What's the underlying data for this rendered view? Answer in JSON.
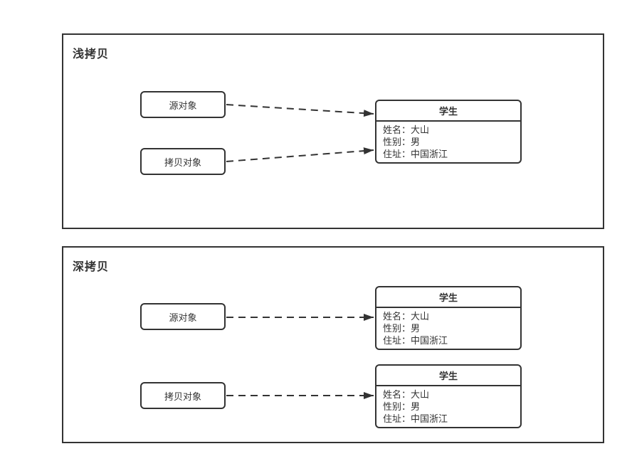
{
  "colors": {
    "stroke": "#333333",
    "text": "#333333",
    "background": "#ffffff"
  },
  "panels": [
    {
      "title": "浅拷贝",
      "source_label": "源对象",
      "copy_label": "拷贝对象",
      "students": [
        {
          "title": "学生",
          "fields": [
            "姓名：大山",
            "性别：男",
            "住址：中国浙江"
          ]
        }
      ]
    },
    {
      "title": "深拷贝",
      "source_label": "源对象",
      "copy_label": "拷贝对象",
      "students": [
        {
          "title": "学生",
          "fields": [
            "姓名：大山",
            "性别：男",
            "住址：中国浙江"
          ]
        },
        {
          "title": "学生",
          "fields": [
            "姓名：大山",
            "性别：男",
            "住址：中国浙江"
          ]
        }
      ]
    }
  ]
}
